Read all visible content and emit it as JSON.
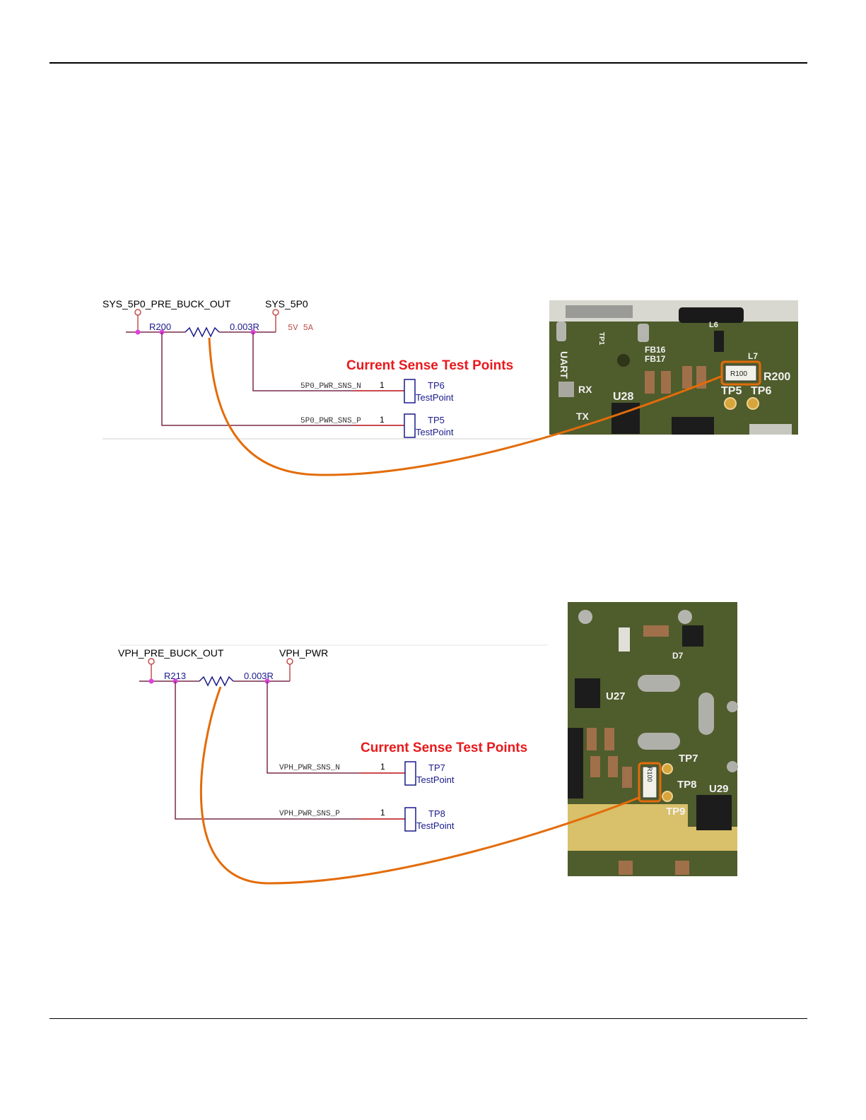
{
  "schematic_top": {
    "net_in": "SYS_5P0_PRE_BUCK_OUT",
    "net_out": "SYS_5P0",
    "ref": "R200",
    "value": "0.003R",
    "rating": "5V 5A",
    "title": "Current Sense Test Points",
    "tp_a": {
      "net": "5P0_PWR_SNS_N",
      "pin": "1",
      "name": "TP6",
      "type": "TestPoint"
    },
    "tp_b": {
      "net": "5P0_PWR_SNS_P",
      "pin": "1",
      "name": "TP5",
      "type": "TestPoint"
    }
  },
  "photo_top": {
    "labels": [
      "UART",
      "RX",
      "TX",
      "U28",
      "FB16",
      "FB17",
      "L6",
      "L7",
      "R100",
      "R200",
      "TP5",
      "TP6",
      "TP1"
    ]
  },
  "schematic_bottom": {
    "net_in": "VPH_PRE_BUCK_OUT",
    "net_out": "VPH_PWR",
    "ref": "R213",
    "value": "0.003R",
    "title": "Current Sense Test Points",
    "tp_a": {
      "net": "VPH_PWR_SNS_N",
      "pin": "1",
      "name": "TP7",
      "type": "TestPoint"
    },
    "tp_b": {
      "net": "VPH_PWR_SNS_P",
      "pin": "1",
      "name": "TP8",
      "type": "TestPoint"
    }
  },
  "photo_bottom": {
    "labels": [
      "D7",
      "U27",
      "TP7",
      "TP8",
      "TP9",
      "U29",
      "R100"
    ]
  },
  "colors": {
    "wire": "#7a2a4a",
    "callout": "#e36c0a",
    "junction": "#e040e0",
    "pcb": "#4a5a2a",
    "title": "#e8191c"
  }
}
